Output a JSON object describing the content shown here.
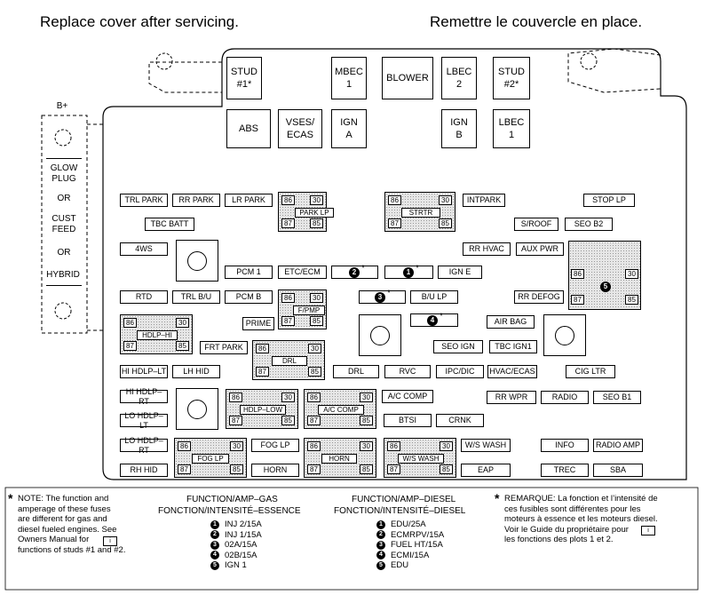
{
  "header": {
    "left": "Replace cover after servicing.",
    "right": "Remettre le couvercle en place."
  },
  "top_fuses": {
    "stud1": "STUD\n#1*",
    "mbec1": "MBEC\n1",
    "blower": "BLOWER",
    "lbec2": "LBEC\n2",
    "stud2": "STUD\n#2*",
    "abs": "ABS",
    "vses": "VSES/\nECAS",
    "ign_a": "IGN\nA",
    "ign_b": "IGN\nB",
    "lbec1": "LBEC\n1"
  },
  "side": {
    "bplus": "B+",
    "glow": "GLOW\nPLUG",
    "or1": "OR",
    "cust": "CUST\nFEED",
    "or2": "OR",
    "hybrid": "HYBRID"
  },
  "fuses": {
    "trl_park": "TRL PARK",
    "rr_park": "RR PARK",
    "lr_park": "LR PARK",
    "intpark": "INTPARK",
    "stop_lp": "STOP LP",
    "tbc_batt": "TBC BATT",
    "sroof": "S/ROOF",
    "seo_b2": "SEO B2",
    "fws": "4WS",
    "rr_hvac": "RR HVAC",
    "aux_pwr": "AUX PWR",
    "pcm1": "PCM 1",
    "etc_ecm": "ETC/ECM",
    "ign_e": "IGN E",
    "rtd": "RTD",
    "trl_bu": "TRL B/U",
    "pcm_b": "PCM B",
    "bu_lp": "B/U LP",
    "rr_defog": "RR DEFOG",
    "prime": "PRIME",
    "air_bag": "AIR BAG",
    "frt_park": "FRT PARK",
    "seo_ign": "SEO IGN",
    "tbc_ign1": "TBC IGN1",
    "hi_hdlp_lt": "HI HDLP–LT",
    "lh_hid": "LH HID",
    "drl": "DRL",
    "rvc": "RVC",
    "ipc_dic": "IPC/DIC",
    "hvac_ecas": "HVAC/ECAS",
    "cig_ltr": "CIG LTR",
    "hi_hdlp_rt": "HI HDLP–RT",
    "ac_comp": "A/C COMP",
    "rr_wpr": "RR WPR",
    "radio": "RADIO",
    "seo_b1": "SEO B1",
    "lo_hdlp_lt": "LO HDLP–LT",
    "btsi": "BTSI",
    "crnk": "CRNK",
    "lo_hdlp_rt": "LO HDLP–RT",
    "fog_lp": "FOG LP",
    "ws_wash": "W/S WASH",
    "info": "INFO",
    "radio_amp": "RADIO AMP",
    "rh_hid": "RH HID",
    "horn": "HORN",
    "eap": "EAP",
    "trec": "TREC",
    "sba": "SBA"
  },
  "relays": {
    "park_lp": "PARK LP",
    "strtr": "STRTR",
    "fpmp": "F/PMP",
    "hdlp_hi": "HDLP–HI",
    "drl": "DRL",
    "hdlp_low": "HDLP–LOW",
    "ac_comp": "A/C COMP",
    "fog_lp": "FOG LP",
    "horn": "HORN",
    "ws_wash": "W/S WASH"
  },
  "pins": {
    "p86": "86",
    "p30": "30",
    "p87": "87",
    "p85": "85"
  },
  "badges": {
    "b1": "1",
    "b2": "2",
    "b3": "3",
    "b4": "4",
    "b5": "5",
    "star": "*"
  },
  "notes": {
    "left": [
      "NOTE:  The function and",
      "amperage of these fuses",
      "are different for gas and",
      "diesel fueled engines.  See",
      "Owners Manual      for",
      "functions of studs #1 and #2."
    ],
    "left_star": "*",
    "gas_title1": "FUNCTION/AMP–GAS",
    "gas_title2": "FONCTION/INTENSITÉ–ESSENCE",
    "gas": [
      "INJ 2/15A",
      "INJ 1/15A",
      "02A/15A",
      "02B/15A",
      "IGN 1"
    ],
    "diesel_title1": "FUNCTION/AMP–DIESEL",
    "diesel_title2": "FONCTION/INTENSITÉ–DIESEL",
    "diesel": [
      "EDU/25A",
      "ECMRPV/15A",
      "FUEL HT/15A",
      "ECMI/15A",
      "EDU"
    ],
    "right_star": "*",
    "right": [
      "REMARQUE:  La fonction et l’intensité de",
      "ces fusibles sont différentes pour les",
      "moteurs à essence et les moteurs diesel.",
      "Voir le Guide du propriétaire        pour",
      "les fonctions des plots 1 et 2."
    ]
  }
}
